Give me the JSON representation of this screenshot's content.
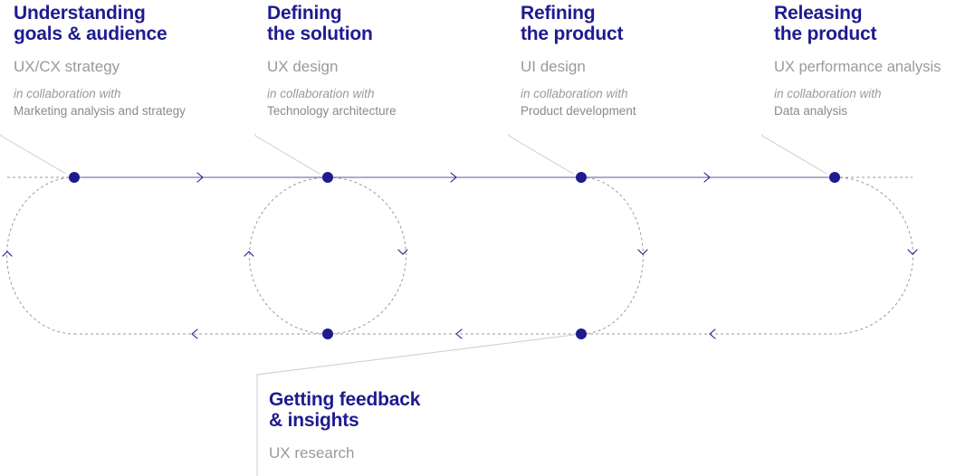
{
  "colors": {
    "brand_navy": "#1e1b8f",
    "muted_text": "#9a9a9a",
    "solid_connector": "#5a5d9a",
    "dashed_line": "#9a9a9a",
    "callout_line": "#cccccc",
    "background": "#ffffff"
  },
  "stages": [
    {
      "title_line1": "Understanding",
      "title_line2": "goals & audience",
      "discipline": "UX/CX strategy",
      "collab_intro": "in collaboration with",
      "collab_partner": "Marketing analysis and strategy"
    },
    {
      "title_line1": "Defining",
      "title_line2": "the solution",
      "discipline": "UX design",
      "collab_intro": "in collaboration with",
      "collab_partner": "Technology architecture"
    },
    {
      "title_line1": "Refining",
      "title_line2": "the product",
      "discipline": "UI design",
      "collab_intro": "in collaboration with",
      "collab_partner": "Product development"
    },
    {
      "title_line1": "Releasing",
      "title_line2": "the product",
      "discipline": "UX performance analysis",
      "collab_intro": "in collaboration with",
      "collab_partner": "Data analysis"
    }
  ],
  "feedback_stage": {
    "title_line1": "Getting feedback",
    "title_line2": "& insights",
    "discipline": "UX research"
  }
}
